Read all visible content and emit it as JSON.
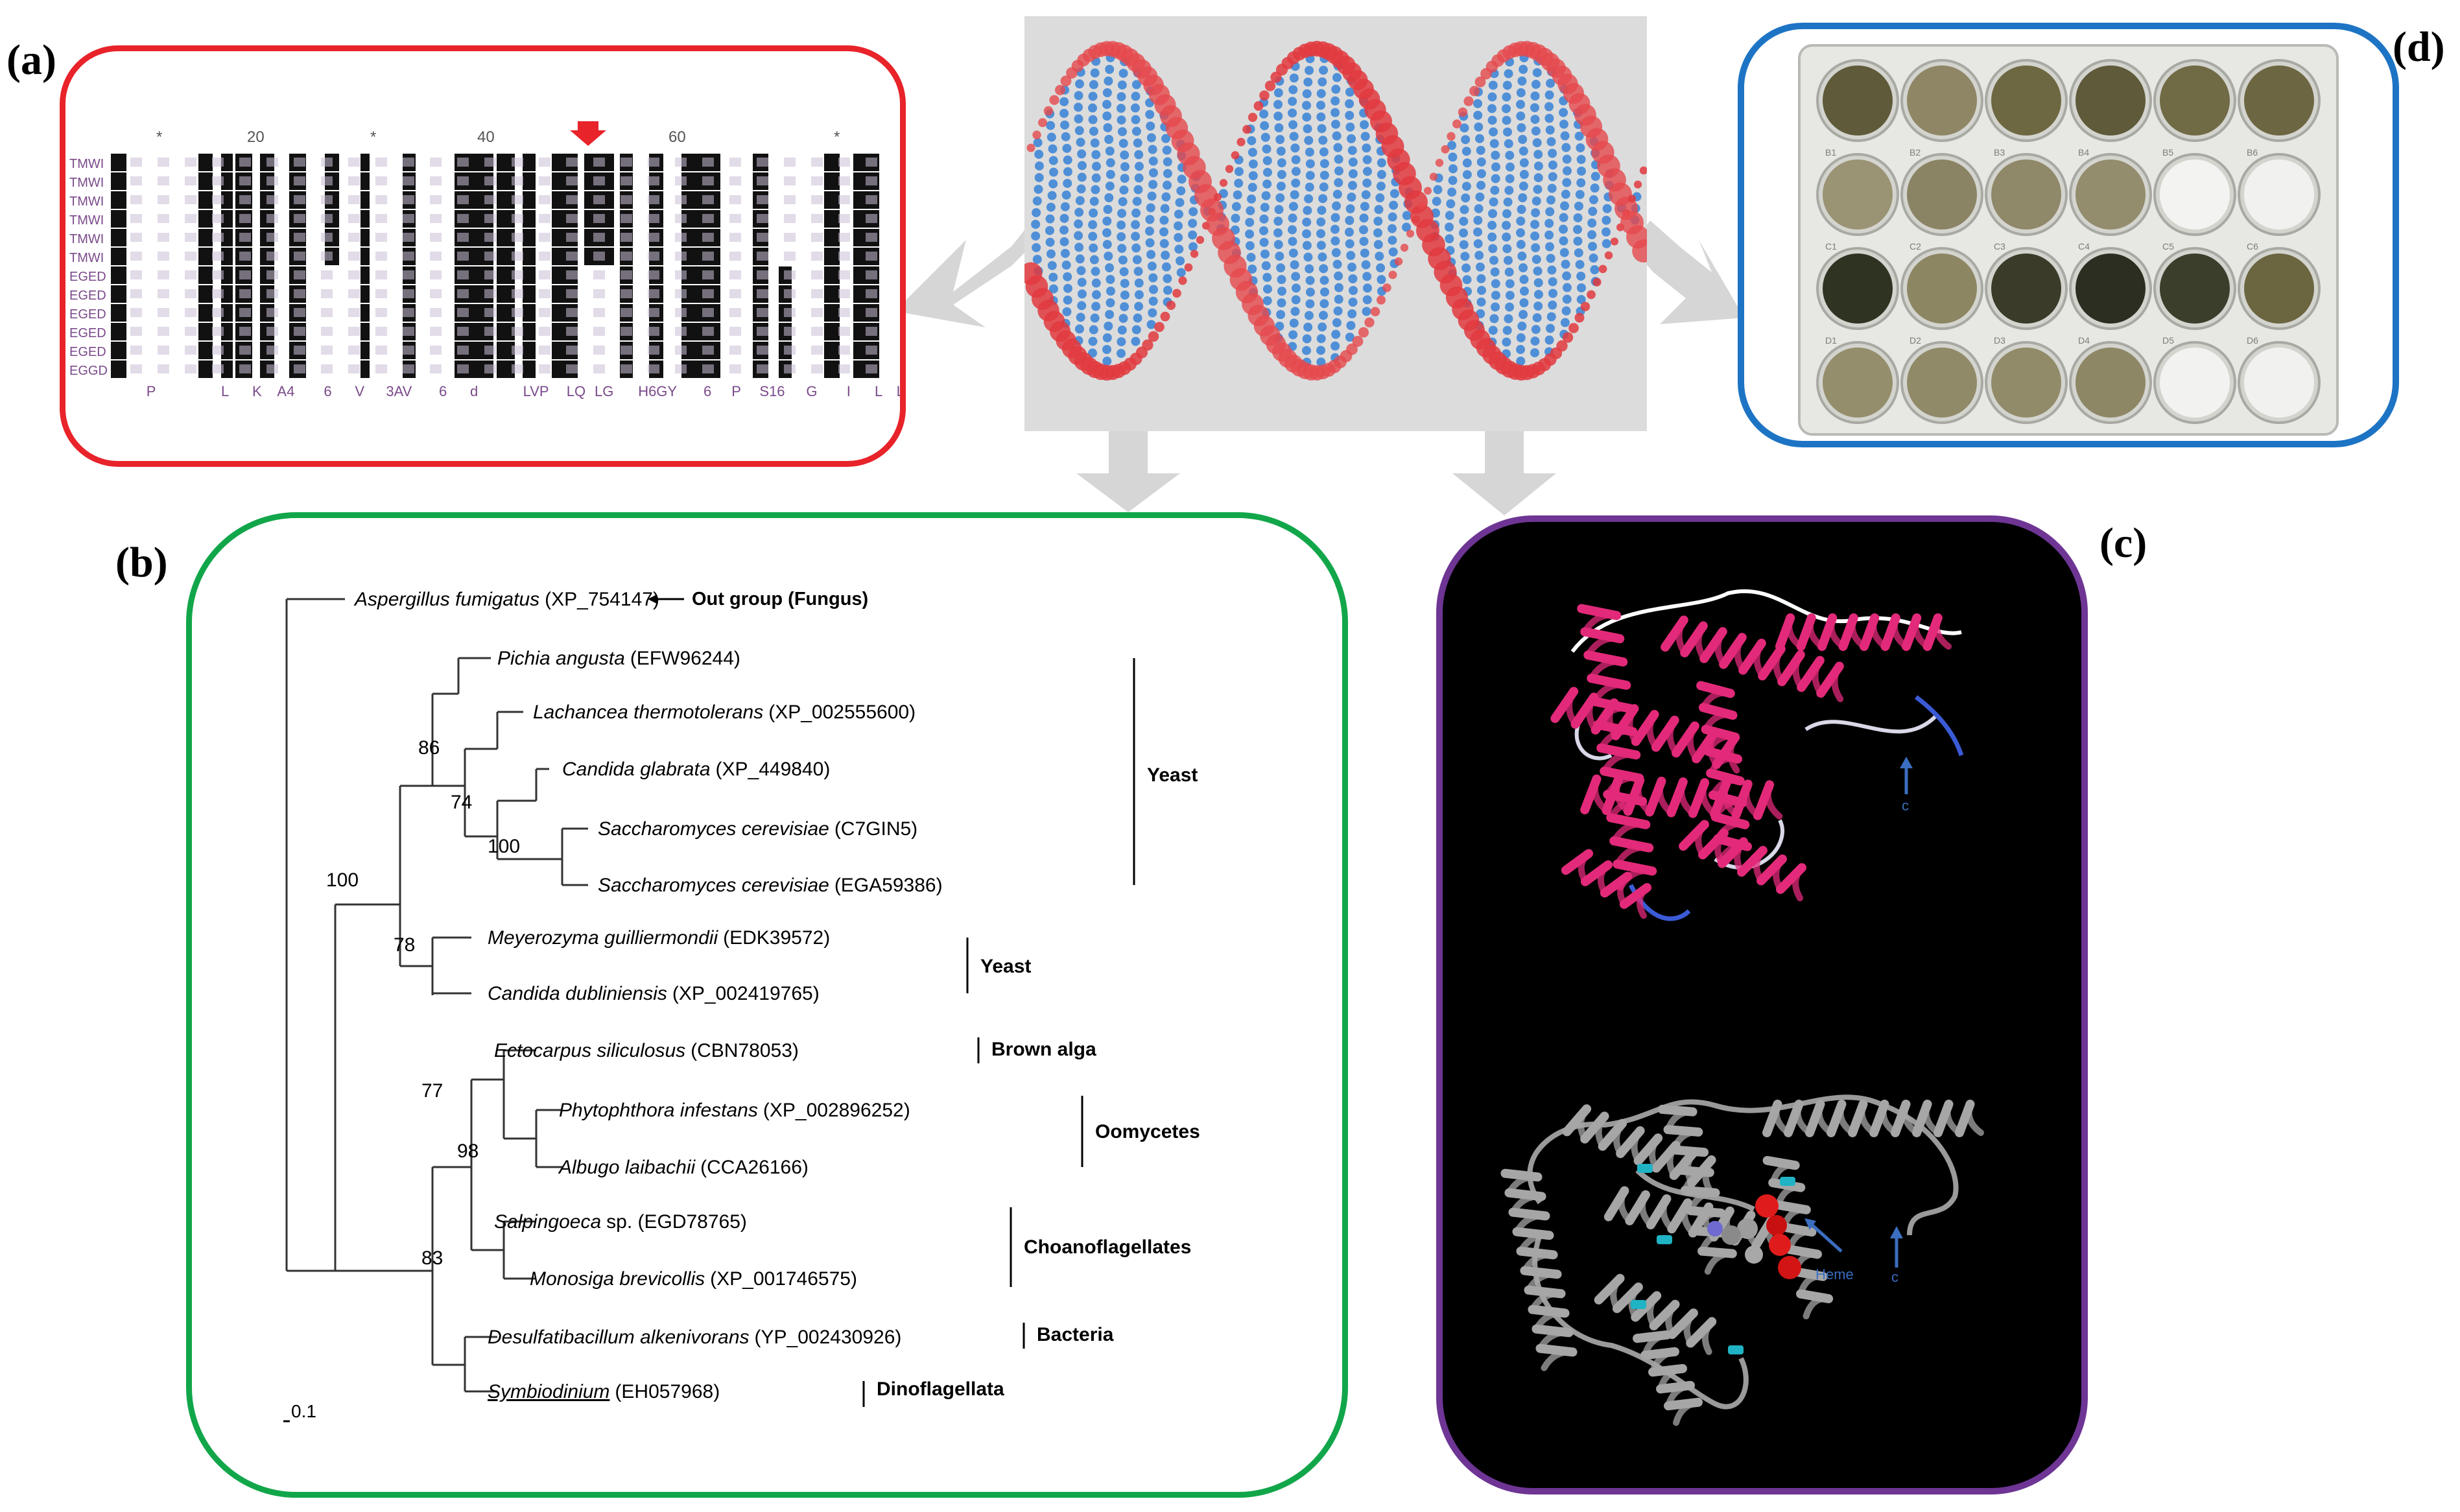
{
  "panels": {
    "a": "(a)",
    "b": "(b)",
    "c": "(c)",
    "d": "(d)"
  },
  "alignment": {
    "ruler_marks": [
      "*",
      "20",
      "*",
      "40",
      "60",
      "*"
    ],
    "row_labels": [
      "TMWI",
      "TMWI",
      "TMWI",
      "TMWI",
      "TMWI",
      "TMWI",
      "EGED",
      "EGED",
      "EGED",
      "EGED",
      "EGED",
      "EGGD"
    ],
    "consensus": [
      "P",
      "L",
      "K",
      "A4",
      "6",
      "V",
      "3AV",
      "6",
      "d",
      "LVP",
      "LQ",
      "LG",
      "H6GY",
      "6",
      "P",
      "S16",
      "G",
      "I",
      "L",
      "L"
    ]
  },
  "tree": {
    "leaves": [
      {
        "species": "Aspergillus fumigatus",
        "accession": "(XP_754147)",
        "underline": false
      },
      {
        "species": "Pichia angusta",
        "accession": "(EFW96244)",
        "underline": false
      },
      {
        "species": "Lachancea thermotolerans",
        "accession": "(XP_002555600)",
        "underline": false
      },
      {
        "species": "Candida glabrata",
        "accession": "(XP_449840)",
        "underline": false
      },
      {
        "species": "Saccharomyces cerevisiae",
        "accession": "(C7GIN5)",
        "underline": false
      },
      {
        "species": "Saccharomyces cerevisiae",
        "accession": "(EGA59386)",
        "underline": false
      },
      {
        "species": "Meyerozyma guilliermondii",
        "accession": "(EDK39572)",
        "underline": false
      },
      {
        "species": "Candida dubliniensis",
        "accession": "(XP_002419765)",
        "underline": false
      },
      {
        "species": "Ectocarpus siliculosus",
        "accession": "(CBN78053)",
        "underline": false
      },
      {
        "species": "Phytophthora infestans",
        "accession": "(XP_002896252)",
        "underline": false
      },
      {
        "species": "Albugo laibachii",
        "accession": "(CCA26166)",
        "underline": false
      },
      {
        "species": "Salpingoeca",
        "accession": "sp. (EGD78765)",
        "underline": false
      },
      {
        "species": "Monosiga brevicollis",
        "accession": "(XP_001746575)",
        "underline": false
      },
      {
        "species": "Desulfatibacillum alkenivorans",
        "accession": "(YP_002430926)",
        "underline": false
      },
      {
        "species": "Symbiodinium",
        "accession": "(EH057968)",
        "underline": true
      }
    ],
    "bootstrap": [
      "86",
      "74",
      "100",
      "100",
      "78",
      "77",
      "98",
      "83"
    ],
    "groups": [
      "Yeast",
      "Yeast",
      "Brown alga",
      "Oomycetes",
      "Choanoflagellates",
      "Bacteria",
      "Dinoflagellata"
    ],
    "outgroup_label": "Out group  (Fungus)",
    "scale_label": "0.1"
  },
  "protein": {
    "label_c_top": "c",
    "label_c_bottom": "c",
    "label_heme": "Heme"
  },
  "plate": {
    "row_labels": [
      "B",
      "C",
      "D"
    ],
    "well_labels": [
      [
        "B1",
        "B2",
        "B3",
        "B4",
        "B5",
        "B6"
      ],
      [
        "C1",
        "C2",
        "C3",
        "C4",
        "C5",
        "C6"
      ],
      [
        "D1",
        "D2",
        "D3",
        "D4",
        "D5",
        "D6"
      ]
    ]
  },
  "colors": {
    "box_a": "#e8232a",
    "box_b": "#12a64a",
    "box_c": "#6e3594",
    "box_d": "#1d74c4",
    "helix_magenta": "#e32a7a",
    "dna_red": "#e03a3e",
    "dna_blue": "#3f86d6",
    "arrow_gray": "#d4d4d4"
  }
}
